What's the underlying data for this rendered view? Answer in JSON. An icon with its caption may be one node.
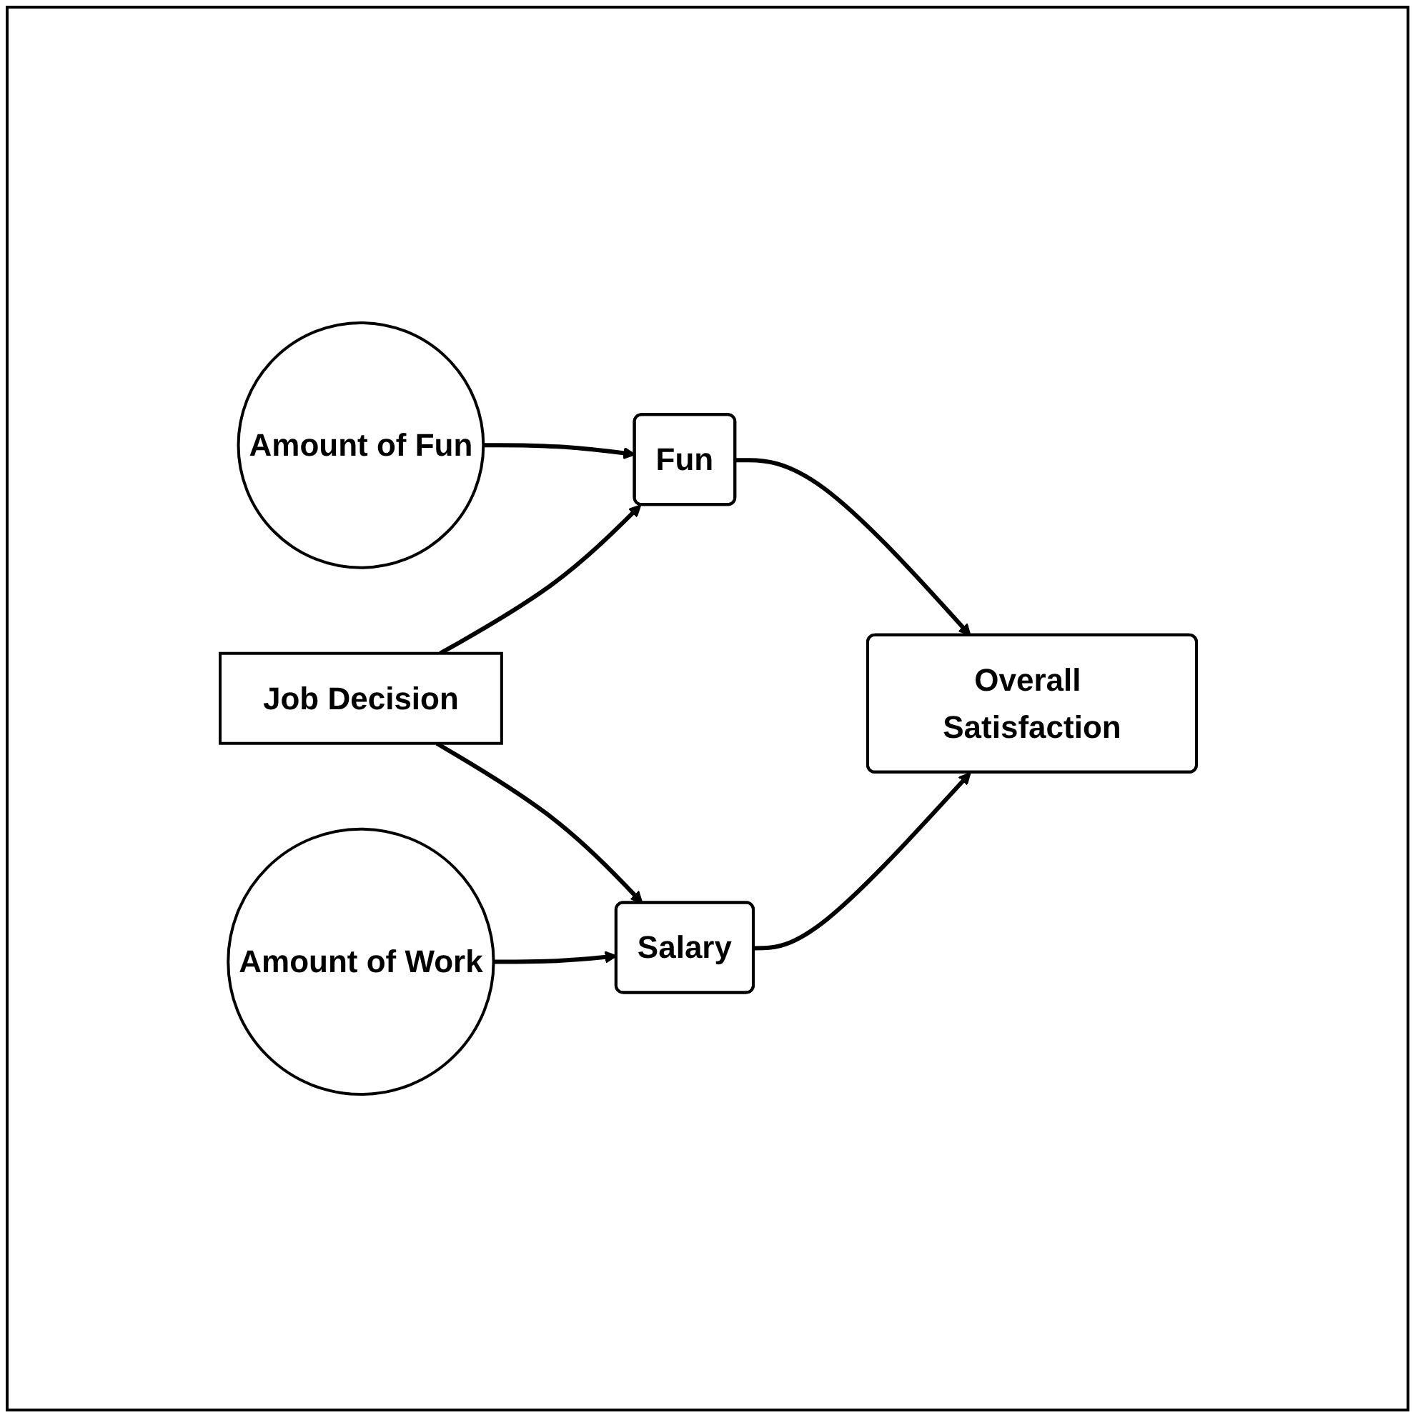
{
  "diagram": {
    "nodes": [
      {
        "text": [
          "Amount of Fun"
        ]
      },
      {
        "text": [
          "Fun"
        ]
      },
      {
        "text": [
          "Job Decision"
        ]
      },
      {
        "text": [
          "Overall Satisfaction"
        ]
      },
      {
        "text": [
          "Salary"
        ]
      },
      {
        "text": [
          "Amount of Work"
        ]
      }
    ],
    "edges": [
      {
        "from": 0,
        "to": 1,
        "arrow": "to"
      },
      {
        "from": 2,
        "to": 1,
        "arrow": "to"
      },
      {
        "from": 2,
        "to": 4,
        "arrow": "to"
      },
      {
        "from": 1,
        "to": 3,
        "arrow": "to"
      },
      {
        "from": 4,
        "to": 3,
        "arrow": "to"
      },
      {
        "from": 5,
        "to": 4,
        "arrow": "to"
      }
    ]
  }
}
